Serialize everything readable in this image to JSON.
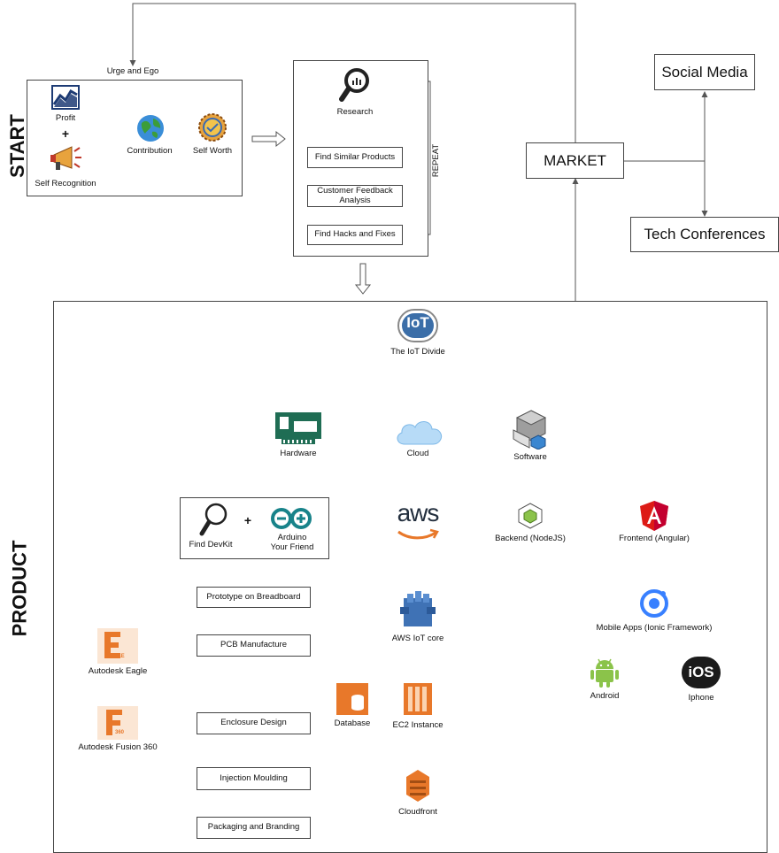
{
  "labels": {
    "start": "START",
    "product": "PRODUCT",
    "urge": "Urge and Ego",
    "profit": "Profit",
    "plus1": "+",
    "self_recognition": "Self Recognition",
    "contribution": "Contribution",
    "self_worth": "Self Worth",
    "research": "Research",
    "repeat": "REPEAT",
    "market": "MARKET",
    "social_media": "Social Media",
    "tech_conferences": "Tech Conferences",
    "iot_divide": "The IoT Divide",
    "iot_logo": "IoT",
    "hardware": "Hardware",
    "cloud": "Cloud",
    "software": "Software",
    "find_devkit": "Find DevKit",
    "plus2": "+",
    "arduino": "Arduino\nYour Friend",
    "aws_logo": "aws",
    "aws_iot_core": "AWS IoT core",
    "backend": "Backend (NodeJS)",
    "frontend": "Frontend (Angular)",
    "mobile_apps": "Mobile Apps (Ionic Framework)",
    "android": "Android",
    "iphone": "Iphone",
    "ios_logo": "iOS",
    "database": "Database",
    "ec2": "EC2 Instance",
    "cloudfront": "Cloudfront",
    "autodesk_eagle": "Autodesk Eagle",
    "eagle_logo": "EAGLE",
    "autodesk_fusion": "Autodesk Fusion 360",
    "fusion_logo": "360"
  },
  "research_steps": [
    "Find Similar Products",
    "Customer Feedback Analysis",
    "Find Hacks and Fixes"
  ],
  "hardware_steps": [
    "Prototype on Breadboard",
    "PCB Manufacture",
    "Enclosure Design",
    "Injection Moulding",
    "Packaging and Branding"
  ],
  "colors": {
    "aws_orange": "#e8782a",
    "aws_blue": "#3f72b5",
    "pcb_green": "#1f6d54",
    "android_green": "#8bc34a",
    "angular_red": "#dd1b16",
    "ionic_blue": "#3880ff",
    "line": "#555555"
  }
}
